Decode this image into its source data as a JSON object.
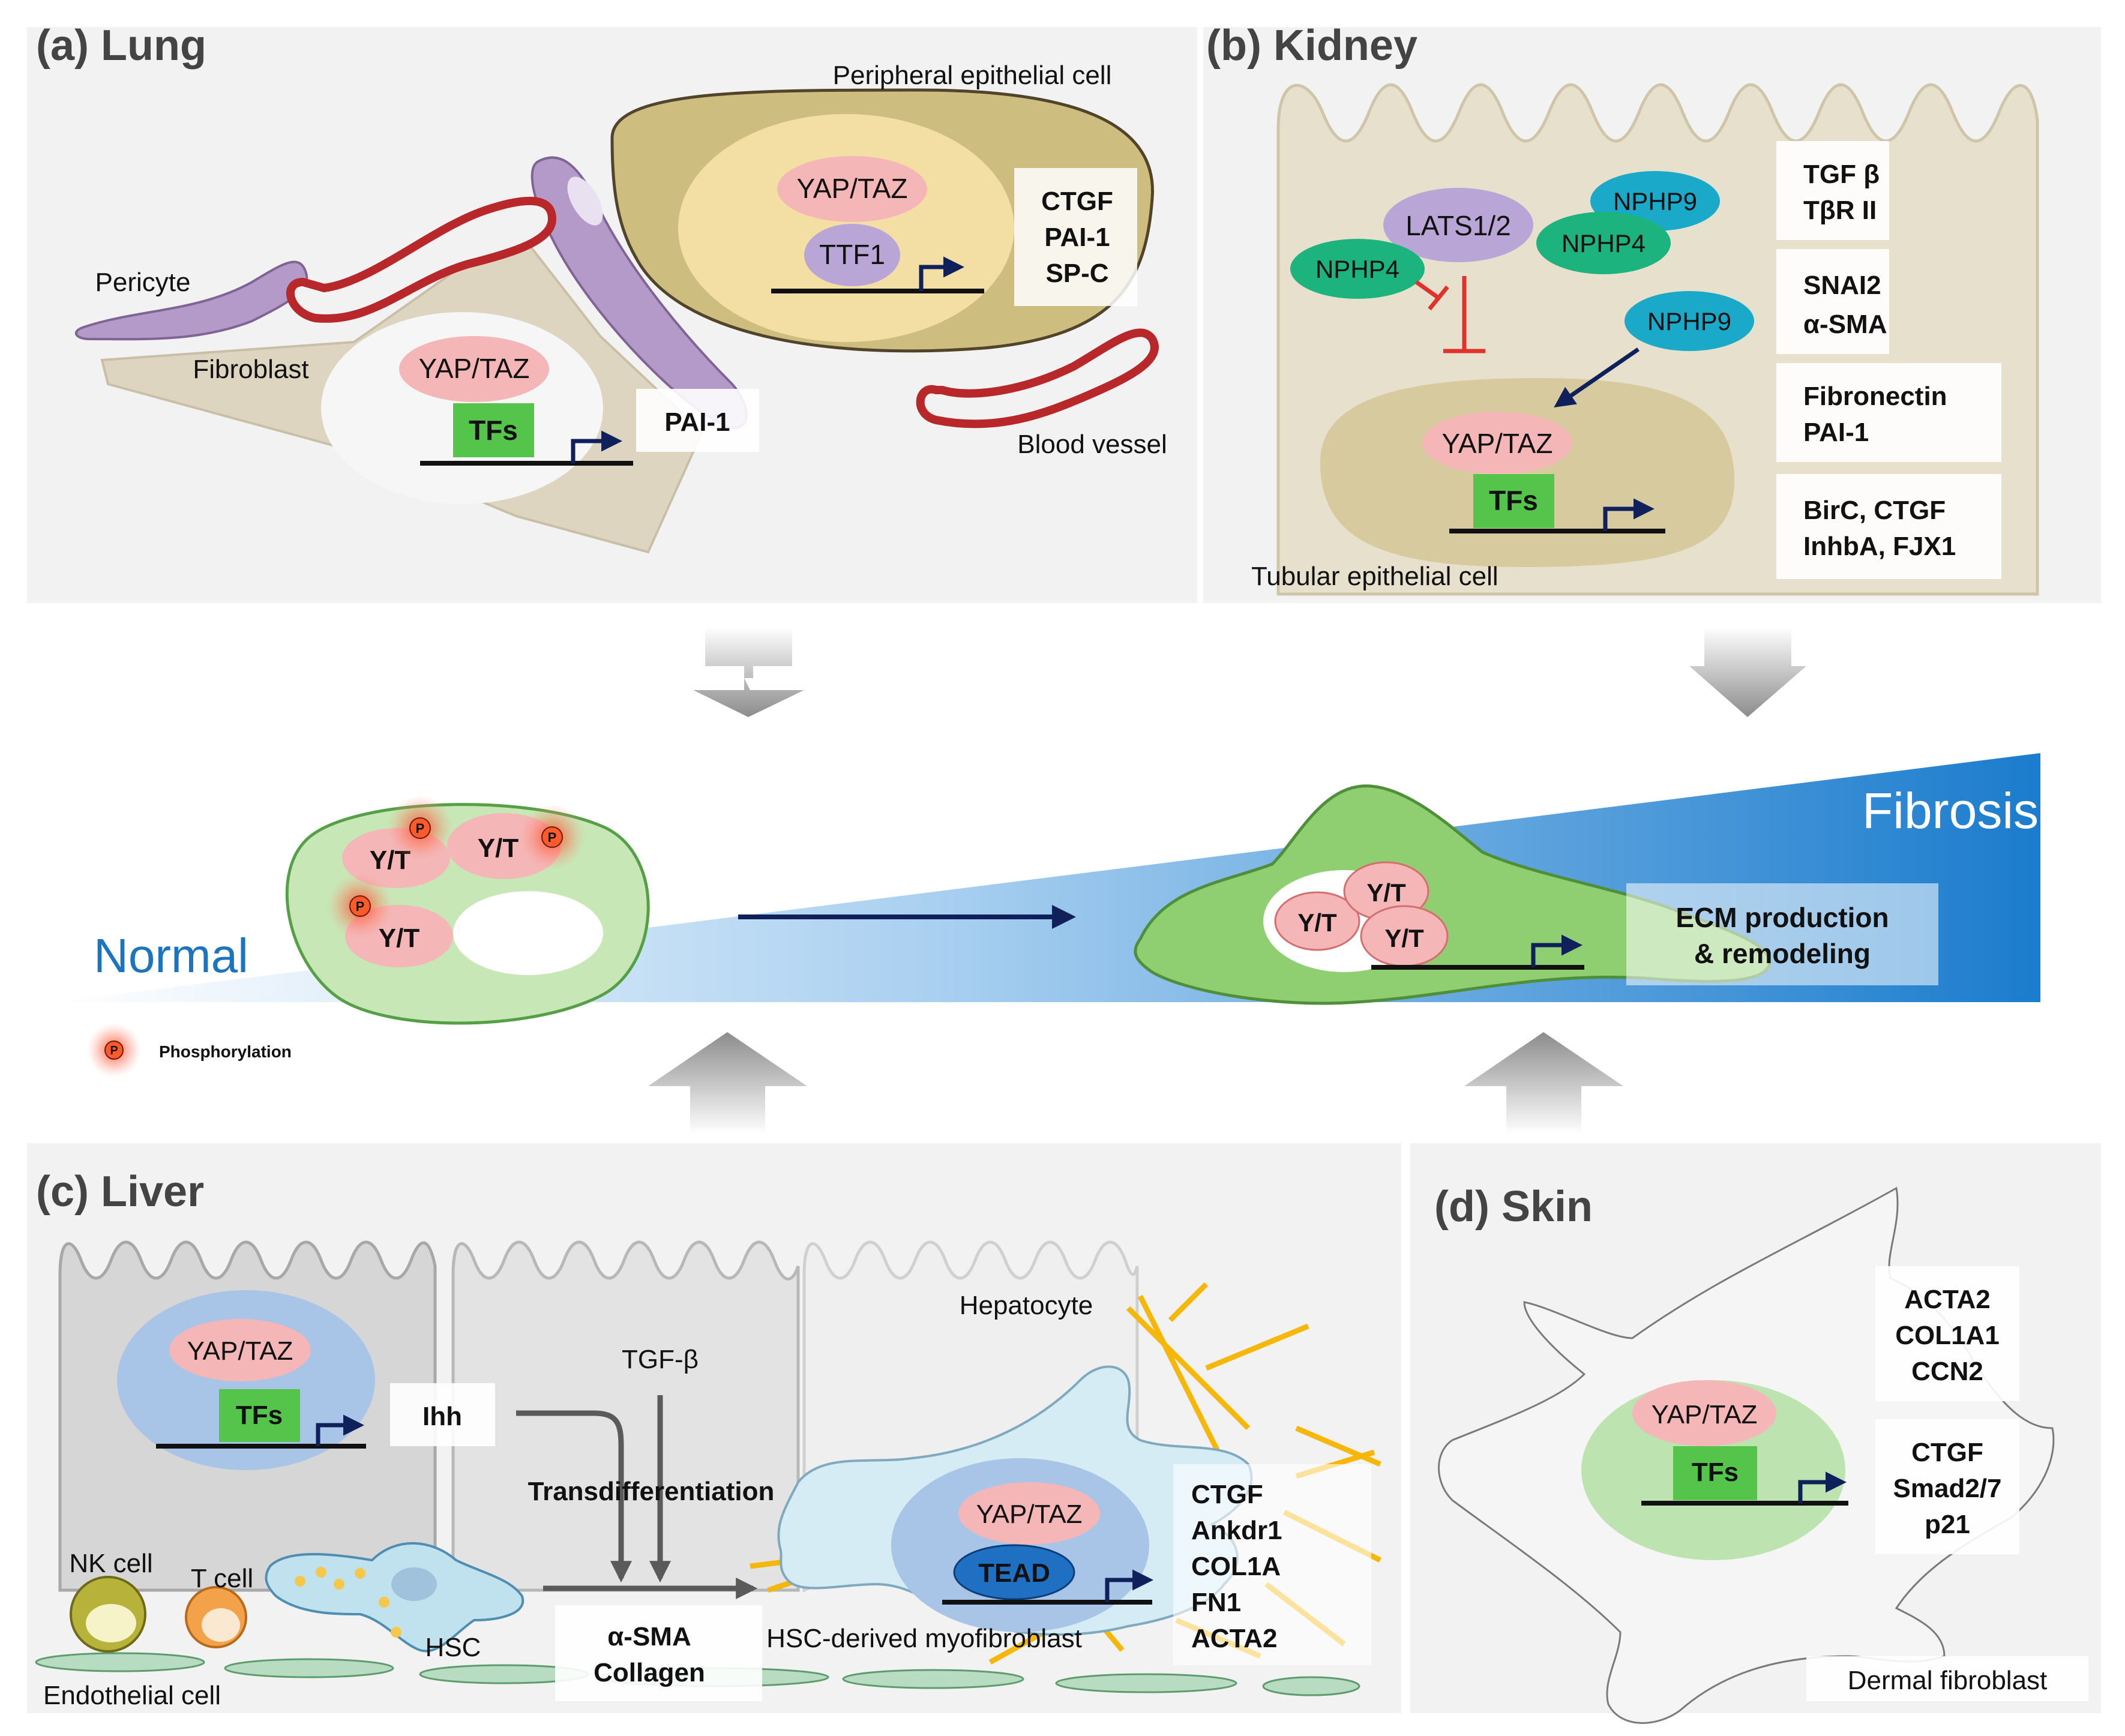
{
  "panels": {
    "lung": {
      "title": "(a) Lung",
      "peripheral_epithelial_cell": "Peripheral epithelial cell",
      "pericyte": "Pericyte",
      "fibroblast": "Fibroblast",
      "blood_vessel": "Blood vessel",
      "epi_yap": "YAP/TAZ",
      "epi_ttf1": "TTF1",
      "epi_targets": [
        "CTGF",
        "PAI-1",
        "SP-C"
      ],
      "fib_yap": "YAP/TAZ",
      "fib_tfs": "TFs",
      "fib_target": "PAI-1"
    },
    "kidney": {
      "title": "(b) Kidney",
      "lats": "LATS1/2",
      "nphp4_left": "NPHP4",
      "nphp9_top": "NPHP9",
      "nphp4_right": "NPHP4",
      "nphp9_mid": "NPHP9",
      "yap": "YAP/TAZ",
      "tfs": "TFs",
      "cell_label": "Tubular epithelial cell",
      "target_boxes": [
        [
          "TGF β",
          "TβR II"
        ],
        [
          "SNAI2",
          "α-SMA"
        ],
        [
          "Fibronectin",
          "PAI-1"
        ],
        [
          "BirC, CTGF",
          "InhbA, FJX1"
        ]
      ]
    },
    "middle": {
      "normal": "Normal",
      "fibrosis": "Fibrosis",
      "yt": "Y/T",
      "p": "P",
      "phosphorylation": "Phosphorylation",
      "ecm_line1": "ECM production",
      "ecm_line2": "& remodeling"
    },
    "liver": {
      "title": "(c) Liver",
      "yap": "YAP/TAZ",
      "tfs": "TFs",
      "ihh": "Ihh",
      "tgfb": "TGF-β",
      "transdiff": "Transdifferentiation",
      "hepatocyte": "Hepatocyte",
      "nk_cell": "NK cell",
      "t_cell": "T cell",
      "hsc": "HSC",
      "endothelial": "Endothelial cell",
      "products": [
        "α-SMA",
        "Collagen"
      ],
      "myo_label": "HSC-derived myofibroblast",
      "myo_yap": "YAP/TAZ",
      "tead": "TEAD",
      "myo_targets": [
        "CTGF",
        "Ankdr1",
        "COL1A",
        "FN1",
        "ACTA2"
      ]
    },
    "skin": {
      "title": "(d) Skin",
      "yap": "YAP/TAZ",
      "tfs": "TFs",
      "targets1": [
        "ACTA2",
        "COL1A1",
        "CCN2"
      ],
      "targets2": [
        "CTGF",
        "Smad2/7",
        "p21"
      ],
      "cell_label": "Dermal fibroblast"
    }
  },
  "colors": {
    "yap_pink": "#f4b6b6",
    "tf_green": "#55c44a",
    "nphp4_green": "#1db37e",
    "nphp9_blue": "#1aa9c9",
    "lats_purple": "#b9a6d6",
    "tead_blue": "#1f6fc2",
    "arrow_navy": "#10205a",
    "inhibit_red": "#e0312c",
    "vessel_red": "#b8282a",
    "normal_blue": "#1b74bd"
  }
}
